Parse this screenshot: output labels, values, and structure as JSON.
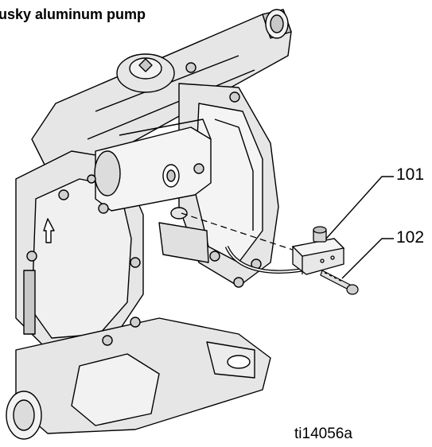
{
  "title": "usky aluminum pump",
  "callouts": {
    "c101": "101",
    "c102": "102"
  },
  "figure_ref": "ti14056a",
  "colors": {
    "body_fill": "#e6e6e6",
    "shade": "#c8c8c8",
    "line": "#000000"
  }
}
